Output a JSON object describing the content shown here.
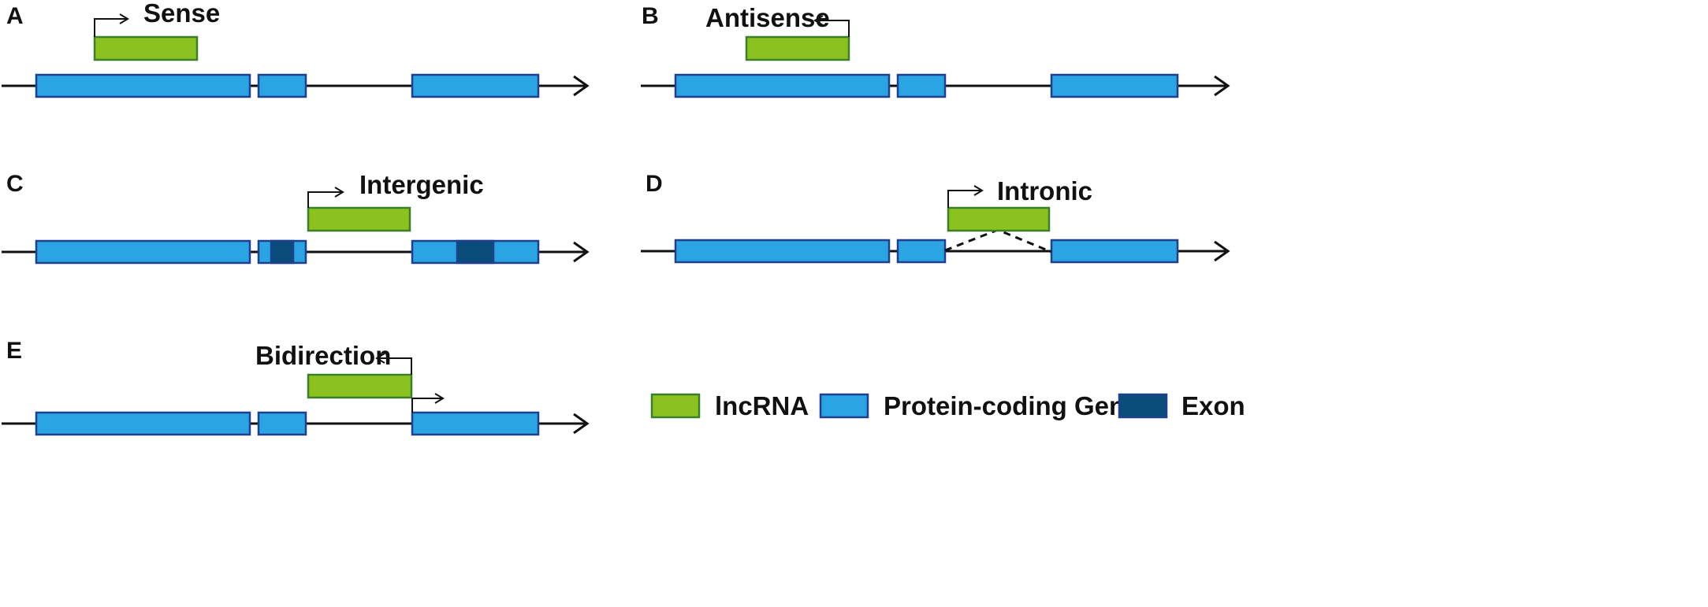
{
  "colors": {
    "lncrna_fill": "#8CC21F",
    "lncrna_stroke": "#3A7F2A",
    "gene_fill": "#2BA4E3",
    "gene_stroke": "#1F3F8F",
    "exon_fill": "#0B4D7A",
    "line": "#111111"
  },
  "panels": [
    {
      "letter": "A",
      "label": "Sense"
    },
    {
      "letter": "B",
      "label": "Antisense"
    },
    {
      "letter": "C",
      "label": "Intergenic"
    },
    {
      "letter": "D",
      "label": "Intronic"
    },
    {
      "letter": "E",
      "label": "Bidirection"
    }
  ],
  "legend": {
    "items": [
      {
        "label": "lncRNA",
        "swatch": "lncrna"
      },
      {
        "label": "Protein-coding Gene",
        "swatch": "gene"
      },
      {
        "label": "Exon",
        "swatch": "exon"
      }
    ]
  }
}
